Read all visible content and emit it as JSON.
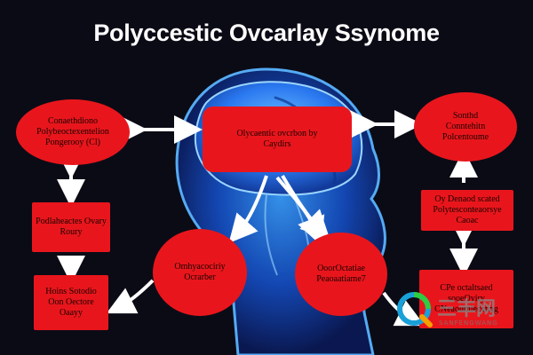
{
  "title": "Polyccestic Ovcarlay Ssynome",
  "nodes": {
    "top_left": "Conaethdiono\nPolybeoctexentelion\nPongerooy (Cl)",
    "center": "Olycaentic ovcrbon by\nCaydirs",
    "top_right": "Sonthd\nConntehitn\nPolcentoume",
    "mid_left": "Podlaheactes Ovary\nRoury",
    "bottom_left": "Hoins Sotodio\nOon Oectore\nOaayy",
    "bottom_center_left": "Omhyacociriy\nOcrarber",
    "bottom_center_right": "OoorOctatiae\nPeaoaatiame7",
    "mid_right": "Oy Denaod scated\nPolytesconteaorsye\nCaoac",
    "bottom_right": "CPe octaltsaed\nsooeOyiry\nCNeaoumlecenng"
  },
  "watermark": {
    "text": "三丰网",
    "sub": "SANFENGWANG"
  },
  "colors": {
    "background": "#0b0b16",
    "node": "#e8161c",
    "arrow": "#ffffff",
    "head_glow": "#1e6bff"
  }
}
